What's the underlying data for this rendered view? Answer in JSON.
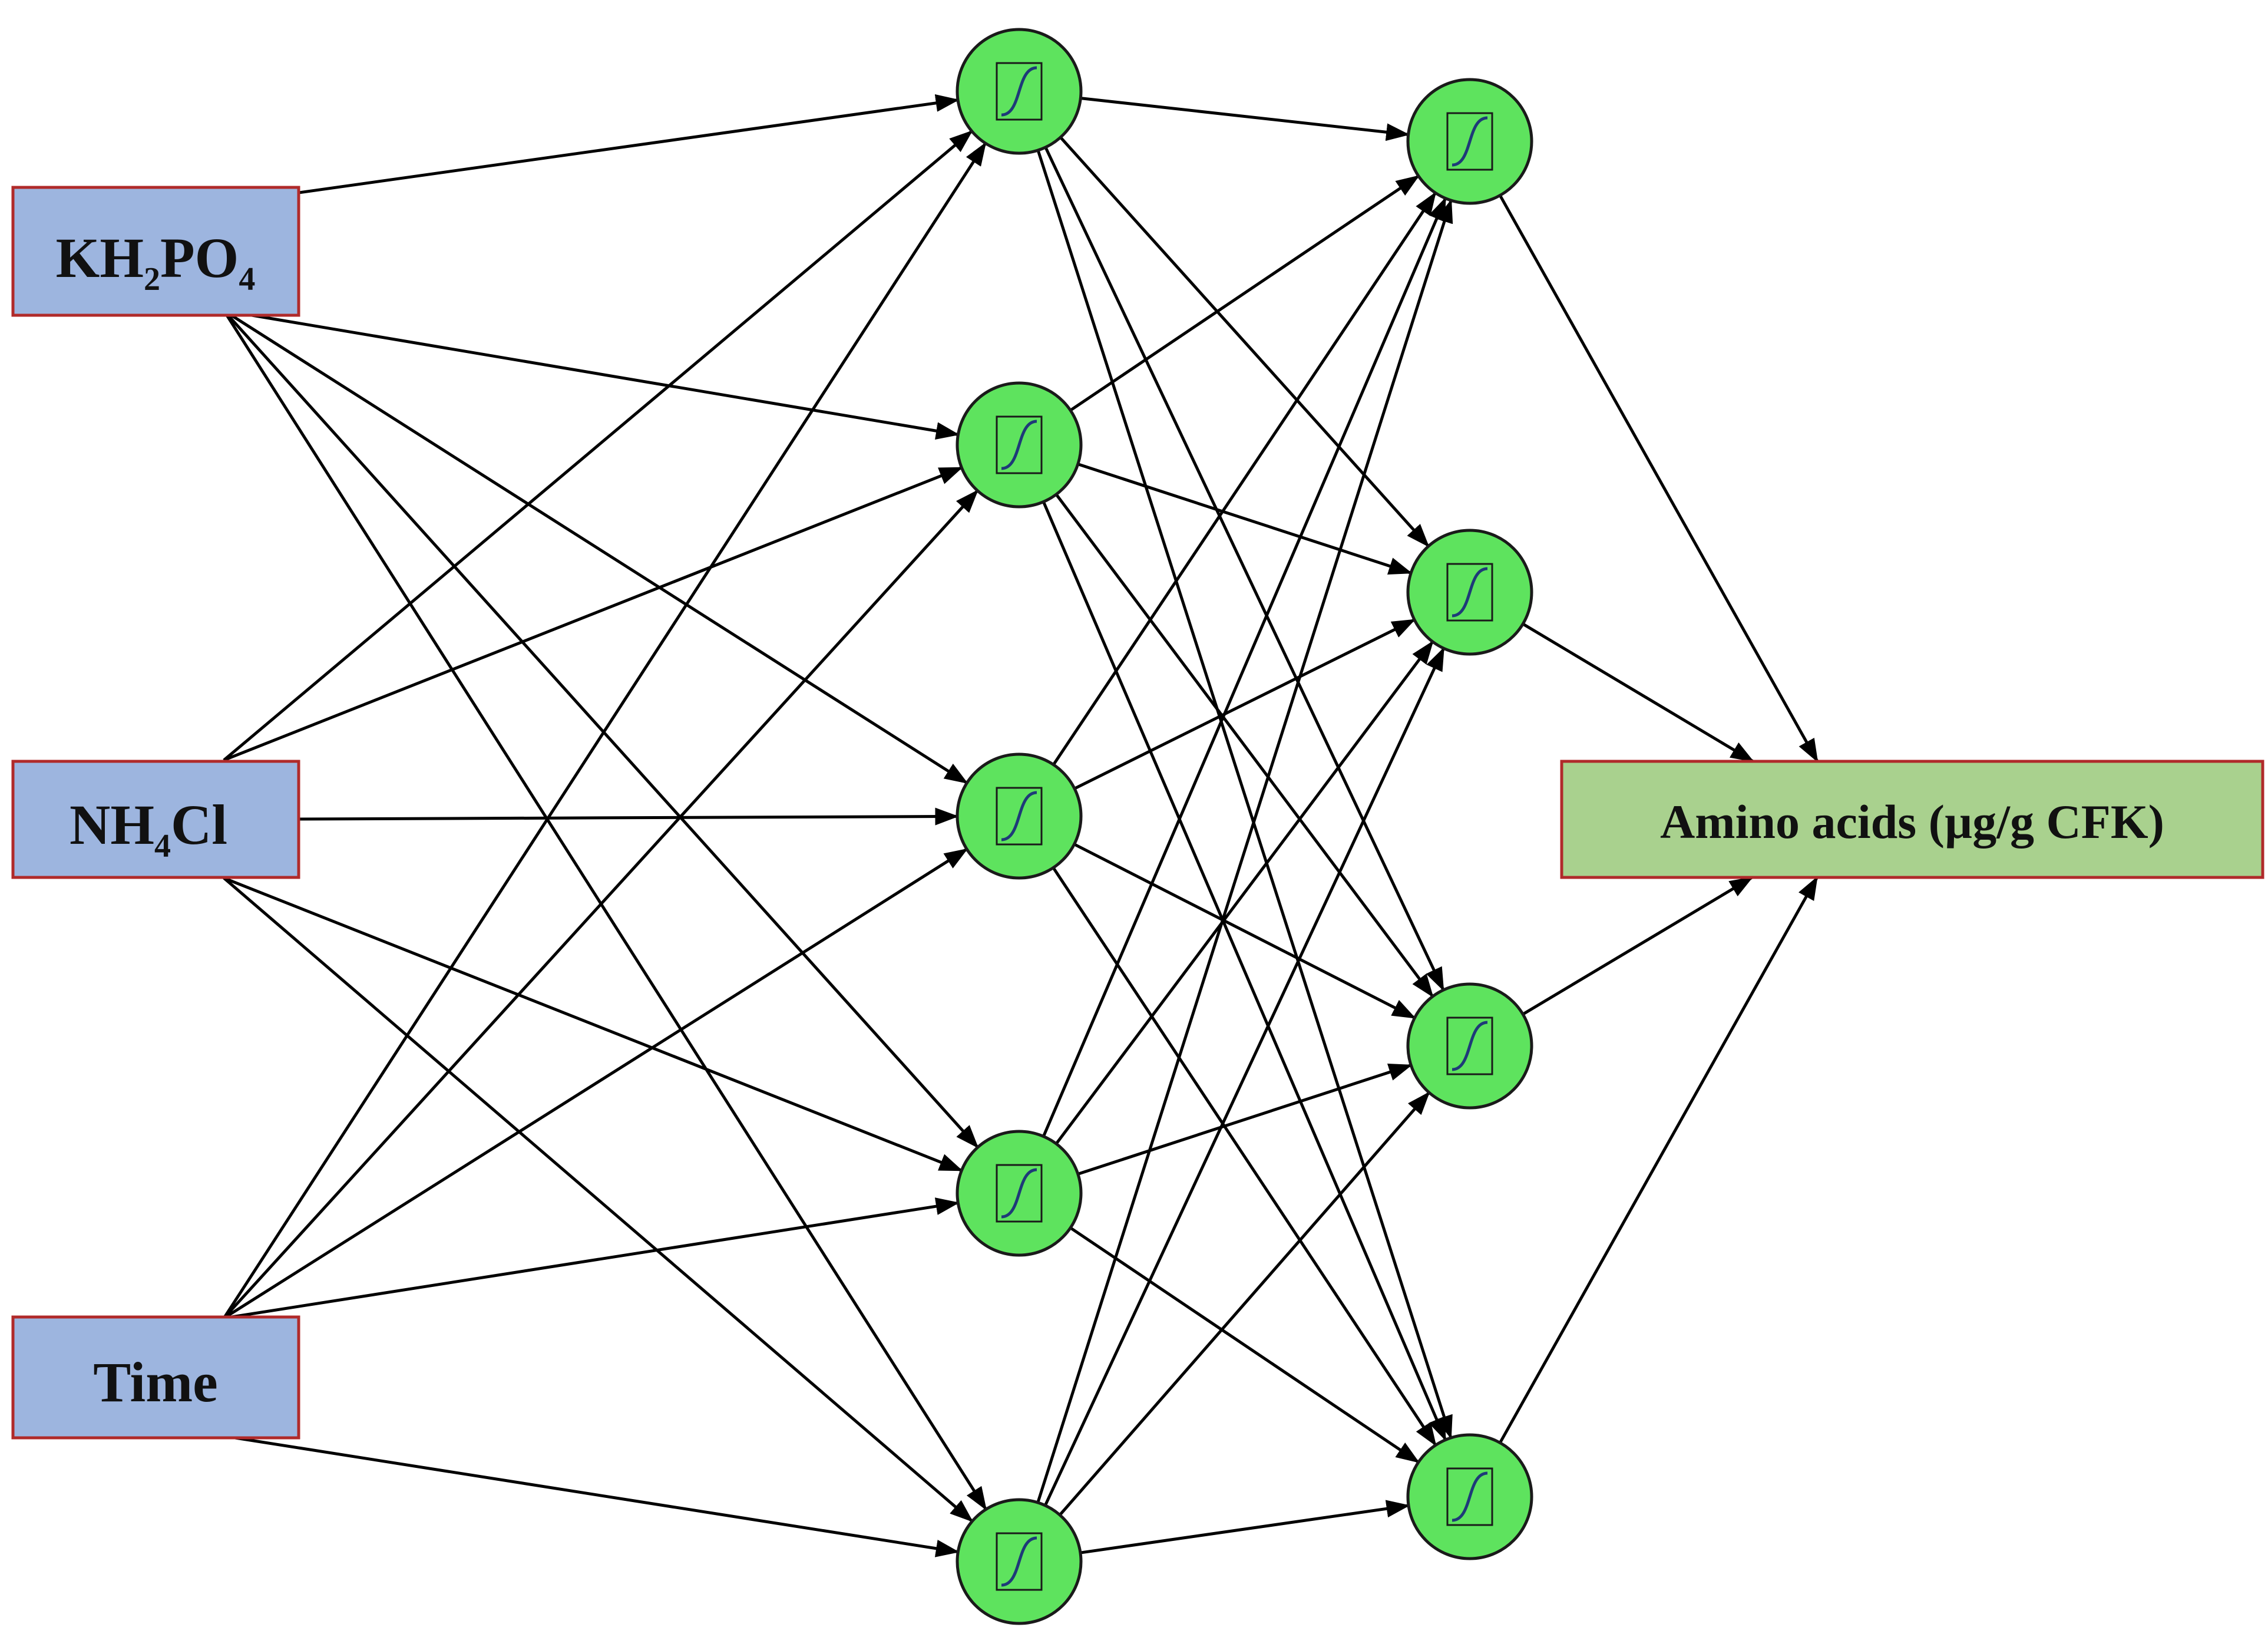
{
  "inputs": [
    {
      "id": "kh2po4",
      "label_main": "KH",
      "label_sub1": "2",
      "label_mid": "PO",
      "label_sub2": "4"
    },
    {
      "id": "nh4cl",
      "label_main": "NH",
      "label_sub1": "4",
      "label_mid": "Cl",
      "label_sub2": ""
    },
    {
      "id": "time",
      "label_main": "Time",
      "label_sub1": "",
      "label_mid": "",
      "label_sub2": ""
    }
  ],
  "output": {
    "label": "Amino acids (µg/g CFK)"
  },
  "hidden_layer_1": {
    "node_count": 5,
    "activation_icon": "sigmoid-icon"
  },
  "hidden_layer_2": {
    "node_count": 4,
    "activation_icon": "sigmoid-icon"
  },
  "colors": {
    "input_fill": "#9db5df",
    "input_border": "#b02a2a",
    "node_fill": "#5ee35e",
    "output_fill": "#a9d18e",
    "output_border": "#b02a2a",
    "edge": "#000000"
  }
}
